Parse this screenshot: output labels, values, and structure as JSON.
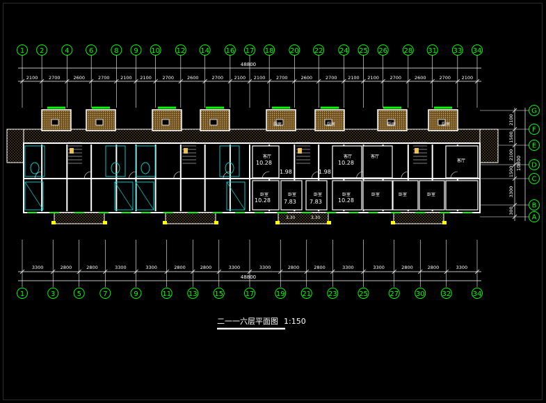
{
  "plan": {
    "title": "二一一六层平面图",
    "scale": "1:150",
    "total_length_top": "48800",
    "total_length_bottom": "48800",
    "total_depth": "10800"
  },
  "top_axes": [
    "1",
    "2",
    "4",
    "6",
    "8",
    "9",
    "10",
    "12",
    "14",
    "16",
    "17",
    "18",
    "20",
    "22",
    "24",
    "25",
    "26",
    "28",
    "31",
    "33",
    "34"
  ],
  "top_dims": [
    "2100",
    "2700",
    "2600",
    "2700",
    "2100",
    "2100",
    "2700",
    "2600",
    "2700",
    "2100",
    "2100",
    "2700",
    "2600",
    "2700",
    "2100",
    "2100",
    "2700",
    "2600",
    "2700",
    "2100"
  ],
  "bottom_axes": [
    "1",
    "3",
    "5",
    "7",
    "9",
    "11",
    "13",
    "15",
    "17",
    "19",
    "21",
    "23",
    "25",
    "27",
    "30",
    "32",
    "34"
  ],
  "bottom_dims": [
    "3300",
    "2800",
    "2800",
    "3300",
    "3300",
    "2800",
    "2800",
    "3300",
    "3300",
    "2800",
    "2800",
    "3300",
    "3300",
    "2800",
    "2800",
    "3300"
  ],
  "side_axes": [
    "G",
    "F",
    "E",
    "D",
    "C",
    "B",
    "A"
  ],
  "side_dims": [
    "2100",
    "1500",
    "2100",
    "1500",
    "3300",
    "300"
  ],
  "room_labels": {
    "living_a": "客厅",
    "living_b": "客厅",
    "living_c": "客厅",
    "living_d": "客厅",
    "bed_a": "卧室",
    "bed_b": "卧室",
    "bed_c": "卧室",
    "bed_d": "卧室",
    "bed_e": "卧室",
    "bed_f": "卧室",
    "bed_g": "卧室",
    "kitchen_a": "厨房",
    "kitchen_b": "厨房",
    "kitchen_c": "厨房",
    "kitchen_d": "厨房"
  },
  "room_areas": {
    "living_a": "10.28",
    "living_b": "10.28",
    "bed_a": "10.28",
    "bed_b": "7.83",
    "bed_c": "7.83",
    "bed_d": "10.28",
    "hall_a": "1.98",
    "hall_b": "1.98",
    "bath_a": "3.30",
    "bath_b": "3.30"
  },
  "colors": {
    "background": "#000000",
    "axis_bubble": "#00ff00",
    "dim_text": "#ffffff",
    "wall": "#ffffff",
    "hatch": "#c8a050",
    "fixture": "#00c8c8",
    "marker": "#ffff00",
    "window": "#00ff00"
  }
}
